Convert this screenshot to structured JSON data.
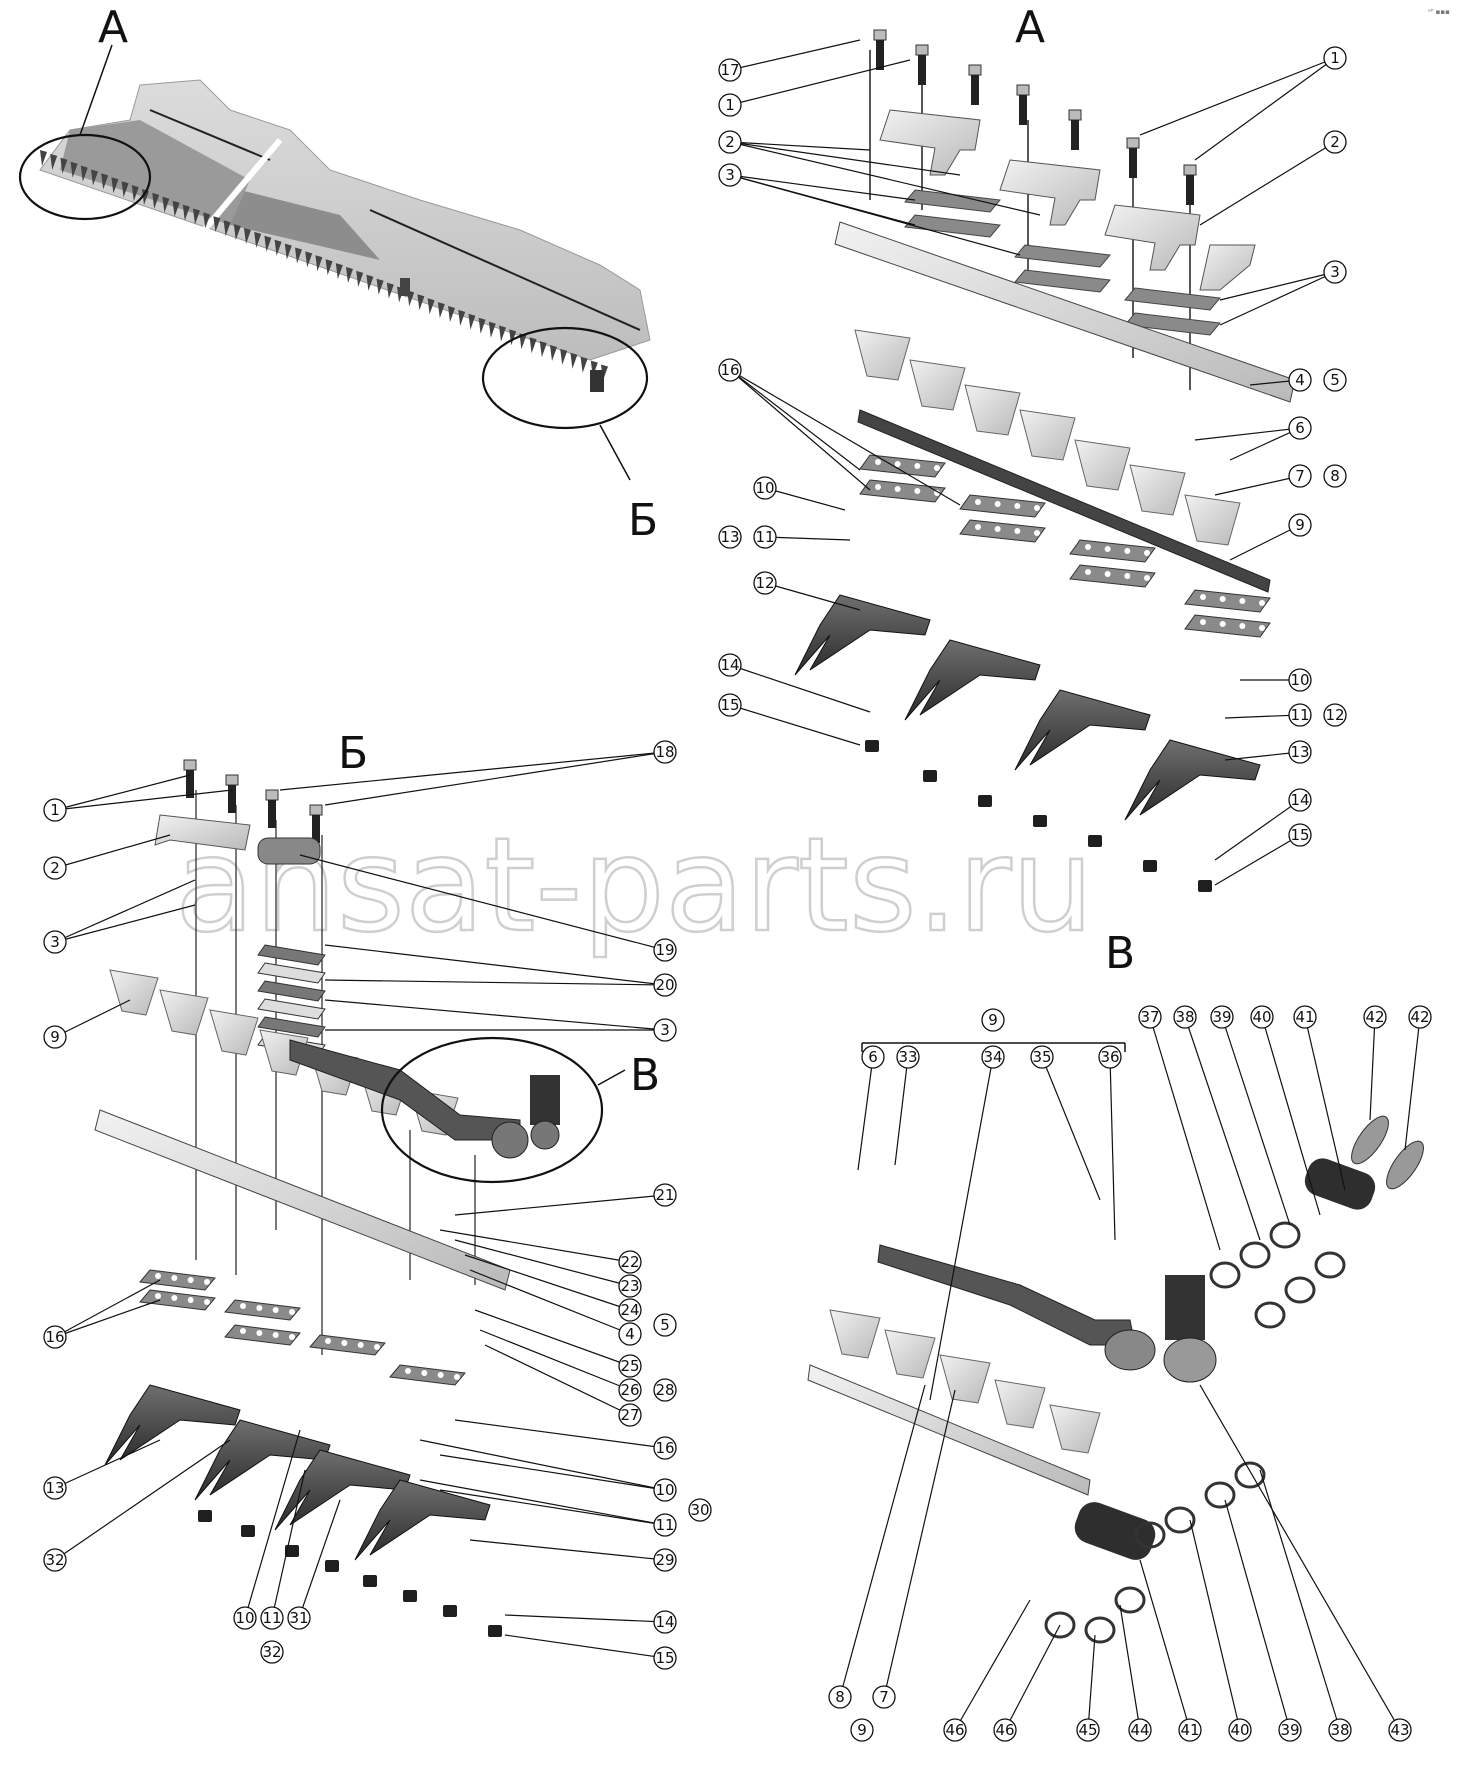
{
  "watermark": "ansat-parts.ru",
  "corner_mark": "ᵃᴾ ▪▪▪",
  "views": {
    "overview_label_a": "А",
    "overview_label_b": "Б",
    "section_a_title": "А",
    "section_b_title": "Б",
    "section_b_detail": "В",
    "section_v_title": "В"
  },
  "callouts_a": {
    "left": [
      "17",
      "1",
      "2",
      "3",
      "16",
      "10",
      "11",
      "12",
      "13",
      "14",
      "15"
    ],
    "right": [
      "1",
      "2",
      "3",
      "4",
      "5",
      "6",
      "7",
      "8",
      "9",
      "10",
      "11",
      "12",
      "13",
      "14",
      "15"
    ]
  },
  "callouts_b": {
    "left": [
      "1",
      "2",
      "3",
      "9",
      "16",
      "13",
      "32",
      "10",
      "11",
      "31",
      "32"
    ],
    "right": [
      "18",
      "19",
      "20",
      "3",
      "21",
      "22",
      "23",
      "24",
      "4",
      "5",
      "25",
      "26",
      "27",
      "28",
      "16",
      "10",
      "11",
      "29",
      "30",
      "14",
      "15"
    ]
  },
  "callouts_v": {
    "top": [
      "9",
      "6",
      "33",
      "34",
      "35",
      "36",
      "37",
      "38",
      "39",
      "40",
      "41",
      "42",
      "42"
    ],
    "bottom": [
      "8",
      "7",
      "9",
      "46",
      "46",
      "45",
      "44",
      "41",
      "40",
      "39",
      "38",
      "43"
    ]
  }
}
